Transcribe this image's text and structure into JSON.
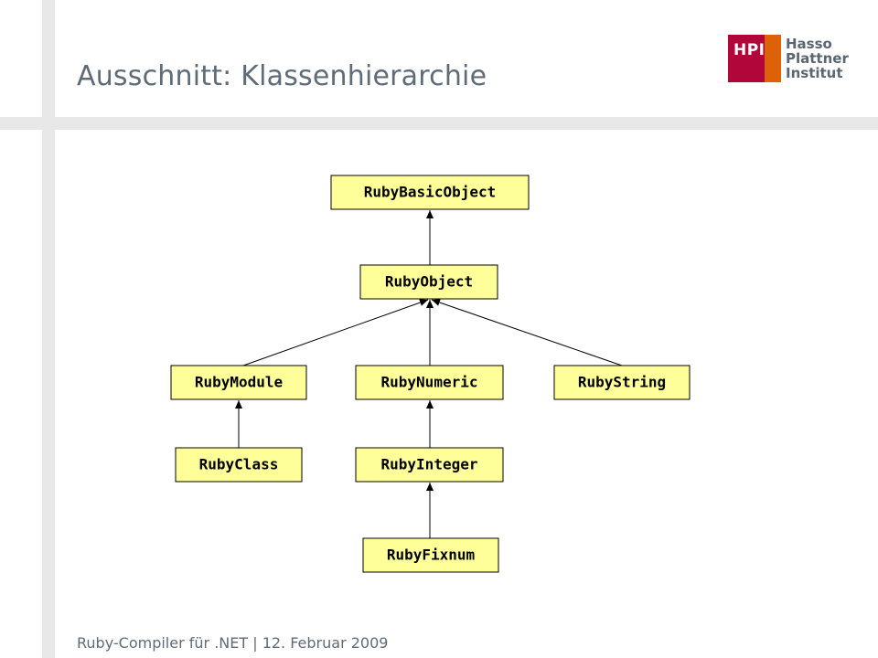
{
  "header": {
    "title": "Ausschnitt: Klassenhierarchie"
  },
  "logo": {
    "mark": "HPI",
    "lines": [
      "Hasso",
      "Plattner",
      "Institut"
    ],
    "colors": {
      "red": "#b1063a",
      "orange": "#dd6108",
      "text": "#5a6670"
    }
  },
  "diagram": {
    "nodes": [
      {
        "id": "basic",
        "label": "RubyBasicObject"
      },
      {
        "id": "object",
        "label": "RubyObject"
      },
      {
        "id": "module",
        "label": "RubyModule"
      },
      {
        "id": "numeric",
        "label": "RubyNumeric"
      },
      {
        "id": "string",
        "label": "RubyString"
      },
      {
        "id": "class",
        "label": "RubyClass"
      },
      {
        "id": "integer",
        "label": "RubyInteger"
      },
      {
        "id": "fixnum",
        "label": "RubyFixnum"
      }
    ],
    "edges": [
      {
        "from": "object",
        "to": "basic"
      },
      {
        "from": "module",
        "to": "object"
      },
      {
        "from": "numeric",
        "to": "object"
      },
      {
        "from": "string",
        "to": "object"
      },
      {
        "from": "class",
        "to": "module"
      },
      {
        "from": "integer",
        "to": "numeric"
      },
      {
        "from": "fixnum",
        "to": "integer"
      }
    ],
    "colors": {
      "box_fill": "#ffff99",
      "box_stroke": "#000000"
    }
  },
  "footer": {
    "text": "Ruby-Compiler für .NET | 12. Februar 2009"
  }
}
